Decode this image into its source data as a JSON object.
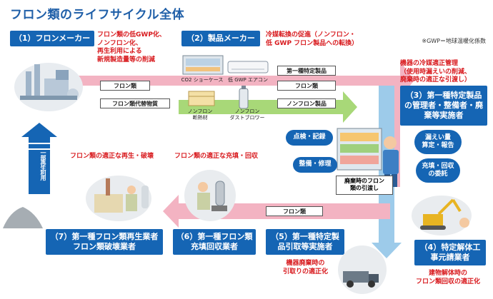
{
  "title": "フロン類のライフサイクル全体",
  "gwp_note": "※GWP＝地球温暖化係数",
  "actors": {
    "a1": "（1）フロンメーカー",
    "a2": "（2）製品メーカー",
    "a3": "（3）第一種特定製品の管理者・整備者・廃棄等実施者",
    "a4": "（4）特定解体工事元請業者",
    "a5": "（5）第一種特定製品引取等実施者",
    "a6": "（6）第一種フロン類充填回収業者",
    "a7": "（7）第一種フロン類再生業者フロン類破壊業者"
  },
  "red_notes": {
    "n1": [
      "フロン類の低GWP化、",
      "ノンフロン化、",
      "再生利用による",
      "新規製造量等の削減"
    ],
    "n2": [
      "冷媒転換の促進（ノンフロン・",
      "低 GWP フロン製品への転換）"
    ],
    "n3": [
      "機器の冷媒適正管理",
      "（使用時漏えいの削減、",
      "廃棄時の適正な引渡し）"
    ],
    "n4": "フロン類の適正な再生・破壊",
    "n5": "フロン類の適正な充填・回収",
    "n6": [
      "機器廃棄時の",
      "引取りの適正化"
    ],
    "n7": [
      "建物解体時の",
      "フロン類回収の適正化"
    ]
  },
  "flows": {
    "f1": "フロン類",
    "f2": "フロン類代替物質",
    "f3": "第一種特定製品",
    "f4": "フロン類",
    "f5": "ノンフロン製品",
    "f6": "フロン類"
  },
  "products": {
    "p1": "CO2 ショーケース",
    "p2": "低 GWP エアコン",
    "p3": [
      "ノンフロン",
      "断熱材"
    ],
    "p4": [
      "ノンフロン",
      "ダストブロワー"
    ]
  },
  "bubbles": {
    "b1": "点検・記録",
    "b2": "整備・修理",
    "b3": [
      "漏えい量",
      "算定・報告"
    ],
    "b4": [
      "充填・回収",
      "の委託"
    ],
    "b5": [
      "廃棄時のフロン",
      "類の引渡し"
    ]
  },
  "recycle_label": "一部再生利用",
  "colors": {
    "box_blue": "#1565b4",
    "red_text": "#d8191d",
    "flow_pink": "#f3b3c2",
    "flow_green": "#a8d878",
    "flow_blue": "#9dcbea"
  }
}
